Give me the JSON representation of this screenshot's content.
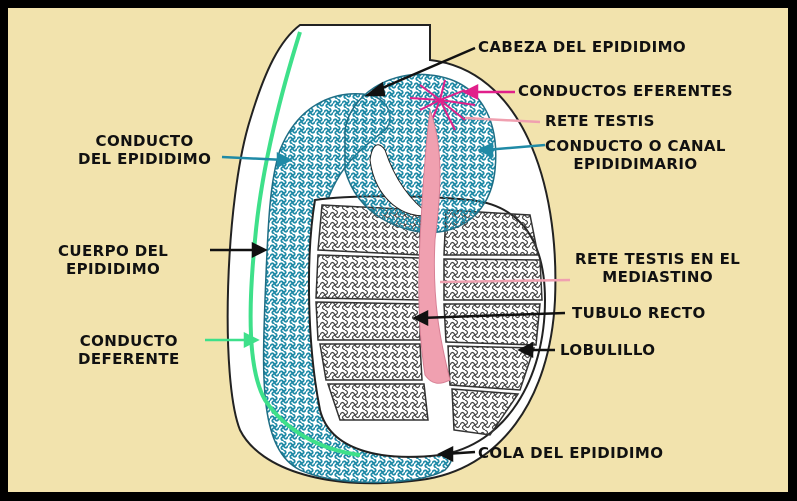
{
  "colors": {
    "background": "#f2e3ad",
    "frame": "#000000",
    "epididymis_duct": "#1f8aa6",
    "vas_deferens": "#3ee08a",
    "rete_testis": "#f0a0b0",
    "efferent_ducts": "#e0208a",
    "lobule_tubules": "#444444",
    "label_text": "#111111"
  },
  "labels": {
    "cabeza": "CABEZA DEL EPIDIDIMO",
    "eferentes": "CONDUCTOS EFERENTES",
    "rete": "RETE TESTIS",
    "canal_1": "CONDUCTO O CANAL",
    "canal_2": "EPIDIDIMARIO",
    "conducto_epi_1": "CONDUCTO",
    "conducto_epi_2": "DEL EPIDIDIMO",
    "cuerpo_1": "CUERPO DEL",
    "cuerpo_2": "EPIDIDIMO",
    "mediastino_1": "RETE TESTIS EN EL",
    "mediastino_2": "MEDIASTINO",
    "tubulo": "TUBULO RECTO",
    "lobulillo": "LOBULILLO",
    "deferente_1": "CONDUCTO",
    "deferente_2": "DEFERENTE",
    "cola": "COLA DEL EPIDIDIMO"
  }
}
